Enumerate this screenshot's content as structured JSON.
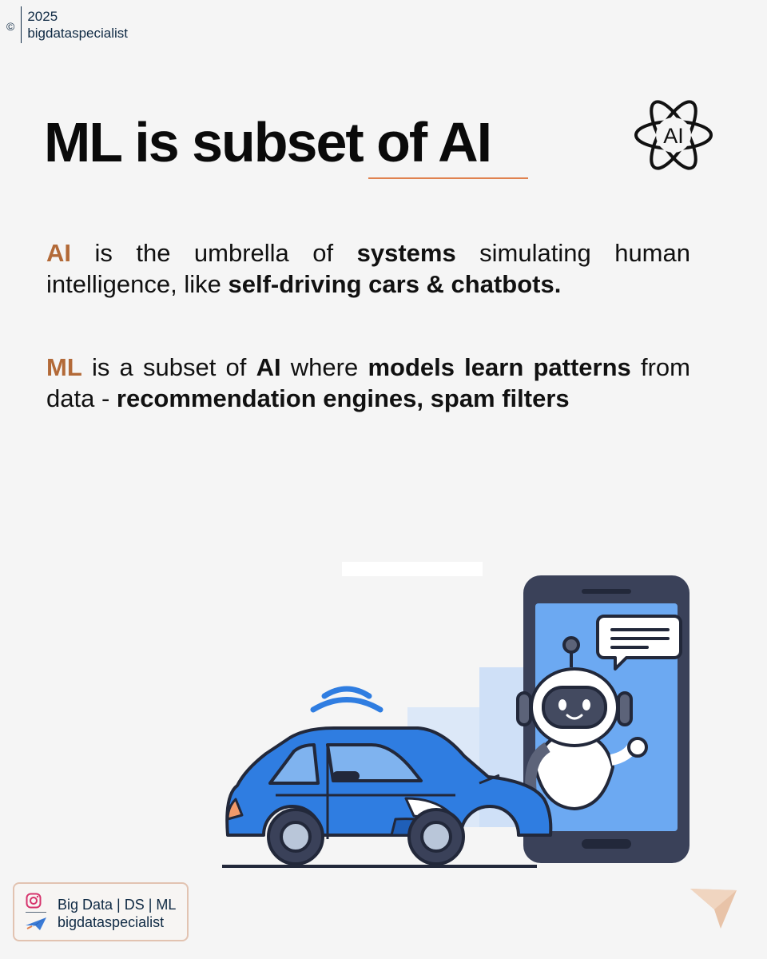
{
  "copyright": {
    "symbol": "©",
    "year": "2025",
    "handle": "bigdataspecialist"
  },
  "title": "ML is subset of AI",
  "logo_text": "AI",
  "paragraph1": {
    "term": "AI",
    "t1": " is the umbrella of ",
    "b1": "systems",
    "t2": " simulating human intelligence, like ",
    "b2": "self-driving cars & chatbots."
  },
  "paragraph2": {
    "term": "ML",
    "t1": " is a subset of ",
    "b1": "AI",
    "t2": " where ",
    "b2": "models learn patterns",
    "t3": " from data - ",
    "b3": "recommendation engines, spam filters"
  },
  "badge": {
    "line1": "Big Data | DS | ML",
    "line2": "bigdataspecialist"
  },
  "icons": {
    "copyright": "copyright-icon",
    "logo": "ai-atom-icon",
    "instagram": "instagram-icon",
    "brand": "paper-plane-icon",
    "share": "send-icon"
  },
  "colors": {
    "accent": "#b36a38",
    "underline": "#e0824f",
    "car": "#2f7de1",
    "phone": "#3a4159"
  }
}
